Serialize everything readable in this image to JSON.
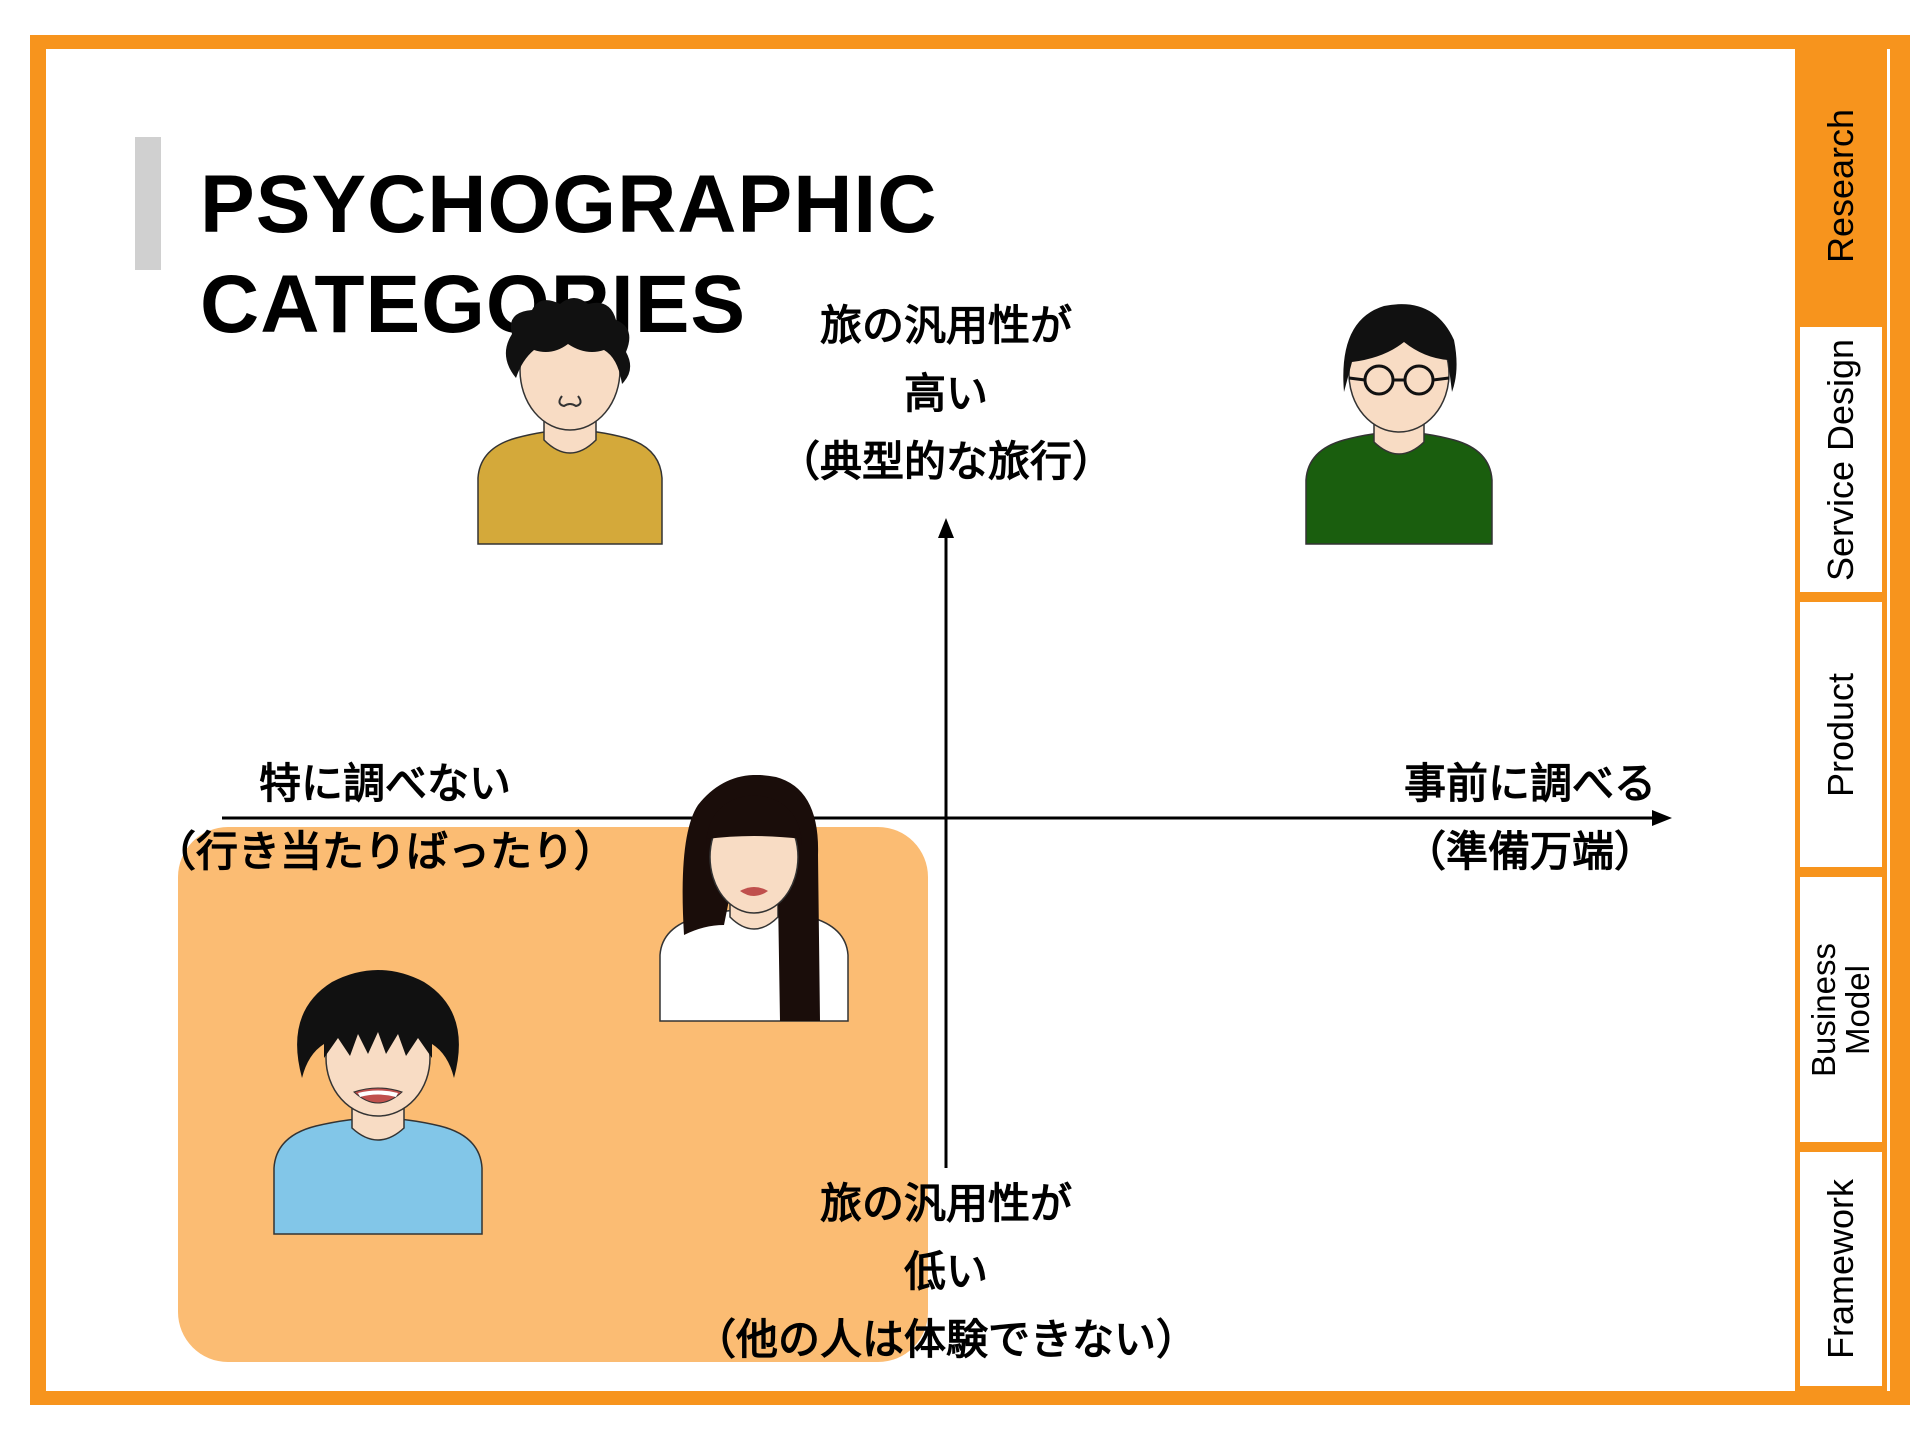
{
  "title": "PSYCHOGRAPHIC CATEGORIES",
  "nav": {
    "research": "Research",
    "service_design": "Service Design",
    "product": "Product",
    "business_model": "Business\nModel",
    "framework": "Framework"
  },
  "axes": {
    "top": [
      "旅の汎用性が",
      "高い",
      "（典型的な旅行）"
    ],
    "bottom": [
      "旅の汎用性が",
      "低い",
      "（他の人は体験できない）"
    ],
    "left": [
      "特に調べない",
      "（行き当たりばったり）"
    ],
    "right": [
      "事前に調べる",
      "（準備万端）"
    ]
  },
  "colors": {
    "accent": "#f7941d",
    "highlight": "#fbbc73",
    "shirt_mustard": "#d4a93a",
    "shirt_green": "#1a5e0e",
    "shirt_white": "#ffffff",
    "shirt_blue": "#82c6e8",
    "skin": "#f8dcc4",
    "hair": "#111111"
  }
}
